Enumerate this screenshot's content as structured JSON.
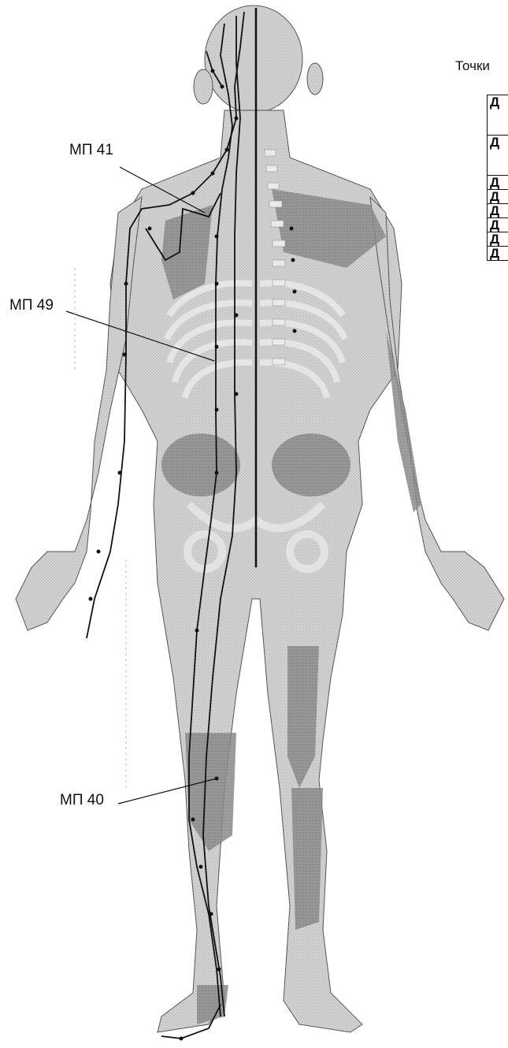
{
  "heading": "Точки",
  "labels": {
    "mp41": "МП 41",
    "mp49": "МП 49",
    "mp40": "МП 40"
  },
  "table_rows": [
    "Д",
    "Д",
    "Д",
    "Д",
    "Д",
    "Д",
    "Д",
    "Д"
  ],
  "colors": {
    "body_fill": "#cfcfcf",
    "muscle_fill": "#8a8a8a",
    "bone_fill": "#e2e2e2",
    "meridian": "#111111"
  }
}
